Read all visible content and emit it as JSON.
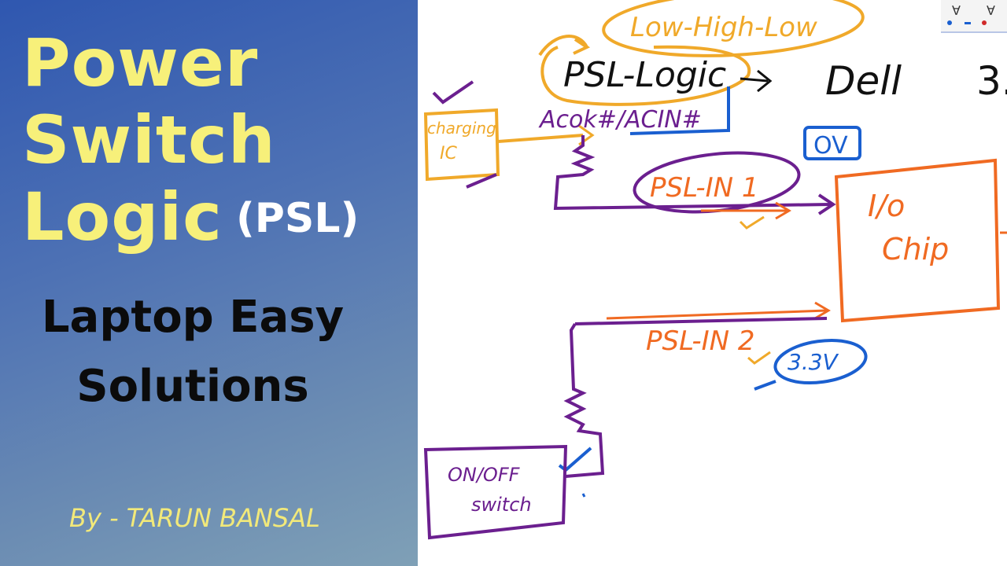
{
  "title": {
    "line1": "Power",
    "line2": "Switch",
    "line3": "Logic",
    "tag": "(PSL)"
  },
  "subtitle": {
    "line1": "Laptop Easy",
    "line2": "Solutions"
  },
  "author": "By - TARUN BANSAL",
  "diagram": {
    "top_label": "Low-High-Low",
    "psl_logic": "PSL-Logic",
    "dell": "Dell",
    "dell_suffix": "3.",
    "charging_ic_line1": "charging",
    "charging_ic_line2": "IC",
    "acok": "Acok#/ACIN#",
    "ov": "OV",
    "psl_in1": "PSL-IN 1",
    "io_chip_line1": "I/o",
    "io_chip_line2": "Chip",
    "psl_in2": "PSL-IN 2",
    "v33": "3.3V",
    "onoff_line1": "ON/OFF",
    "onoff_line2": "switch"
  },
  "toolbar": {
    "tool1": "∀",
    "tool2": "∀"
  },
  "colors": {
    "title_yellow": "#f7f07a",
    "orange": "#f0a92a",
    "red_orange": "#f06a22",
    "purple": "#6b1f8f",
    "blue": "#1a5fd0",
    "black": "#111111"
  }
}
